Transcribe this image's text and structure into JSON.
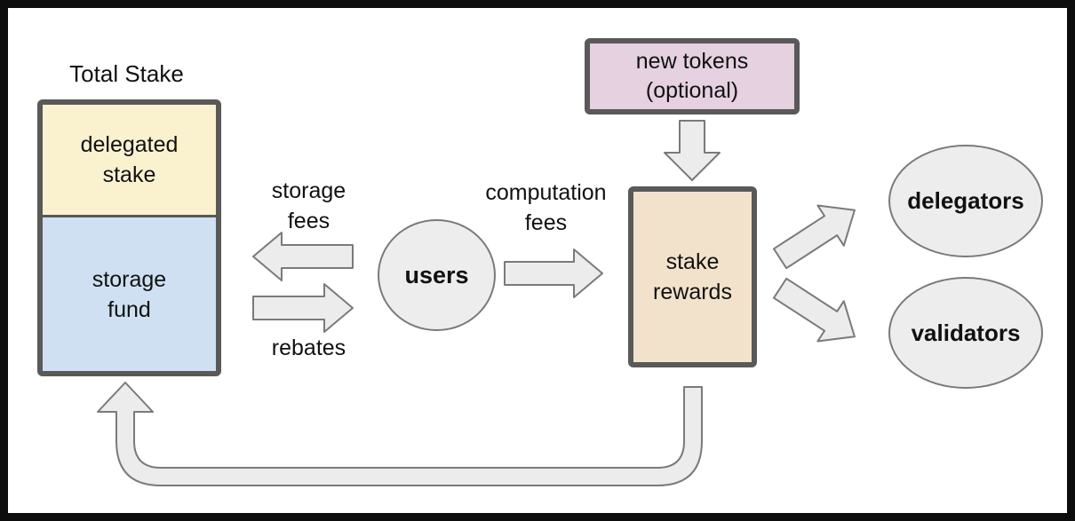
{
  "diagram": {
    "total_stake": {
      "title": "Total Stake",
      "segments": [
        {
          "label": "delegated stake"
        },
        {
          "label": "storage fund"
        }
      ]
    },
    "nodes": {
      "users": "users",
      "new_tokens": "new tokens (optional)",
      "stake_rewards": "stake rewards",
      "delegators": "delegators",
      "validators": "validators"
    },
    "flow_labels": {
      "storage_fees": "storage fees",
      "rebates": "rebates",
      "computation_fees": "computation fees"
    }
  },
  "colors": {
    "delegated_stake_fill": "#faf1cf",
    "storage_fund_fill": "#cfe0f2",
    "new_tokens_fill": "#e5d1df",
    "stake_rewards_fill": "#f3e2cb",
    "gray_node_fill": "#ededed",
    "arrow_fill": "#ececec",
    "arrow_stroke": "#7a7a7a",
    "box_border": "#595959",
    "frame_border": "#0d0d0d"
  }
}
